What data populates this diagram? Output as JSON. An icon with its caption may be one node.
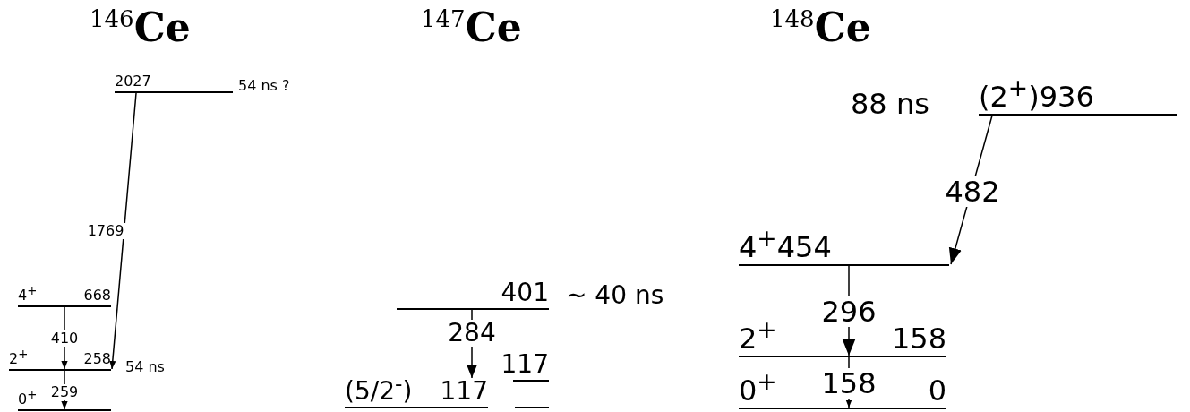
{
  "diagram": {
    "nodes": [
      {
        "text": [
          "2027"
        ],
        "beside": [
          "54 ns ?"
        ]
      },
      {
        "text": [
          "4$^{+}$",
          "668"
        ]
      },
      {
        "text": [
          "2$^{+}$",
          "258"
        ],
        "beside": [
          "54 ns"
        ]
      },
      {
        "text": [
          "0$^{+}$"
        ]
      },
      {
        "text": [
          "401"
        ],
        "beside": [
          "~ 40 ns"
        ]
      },
      {
        "text": [
          "(5/2$^{-}$)",
          "117"
        ]
      },
      {
        "text": [
          "117"
        ]
      },
      {
        "text": [],
        "shape": "bar"
      },
      {
        "text": [
          "(2$^{+}$)",
          "936"
        ],
        "beside": [
          "88 ns"
        ]
      },
      {
        "text": [
          "4$^{+}$",
          "454"
        ]
      },
      {
        "text": [
          "2$^{+}$",
          "158"
        ]
      },
      {
        "text": [
          "0$^{+}$",
          "0"
        ]
      }
    ],
    "edges": [
      {
        "from": 0,
        "to": 2,
        "arrow": "to",
        "label": "1769"
      },
      {
        "from": 1,
        "to": 2,
        "arrow": "to",
        "label": "410"
      },
      {
        "from": 2,
        "to": 3,
        "arrow": "to",
        "label": "259"
      },
      {
        "from": 4,
        "to": 5,
        "arrow": "to",
        "label": "284"
      },
      {
        "from": 8,
        "to": 9,
        "arrow": "to",
        "label": "482"
      },
      {
        "from": 9,
        "to": 10,
        "arrow": "to",
        "label": "296"
      },
      {
        "from": 10,
        "to": 11,
        "arrow": "to",
        "label": "158"
      }
    ],
    "labels": [
      "$^{146}$Ce",
      "$^{147}$Ce",
      "$^{148}$Ce"
    ]
  }
}
